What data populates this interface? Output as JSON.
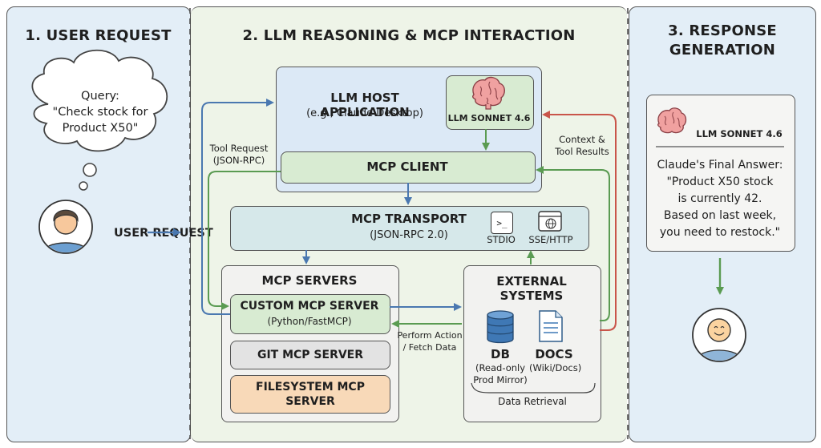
{
  "colors": {
    "user_panel": "#e3eef7",
    "llm_panel": "#eef4e8",
    "response_panel": "#e3eef7",
    "host_box": "#dce9f6",
    "client_box": "#d8ebd2",
    "transport_box": "#d6e8ea",
    "servers_box": "#f2f2f0",
    "custom_server": "#d8ebd2",
    "git_server": "#e3e3e3",
    "fs_server": "#f8d9b8",
    "arrow_blue": "#4a78b0",
    "arrow_green": "#5a9b52",
    "arrow_red": "#c9554a"
  },
  "sections": {
    "user": "1. USER REQUEST",
    "llm": "2. LLM REASONING & MCP INTERACTION",
    "response_line1": "3. RESPONSE",
    "response_line2": "GENERATION"
  },
  "user": {
    "query_label": "Query:",
    "query_line1": "\"Check stock for",
    "query_line2": "Product X50\""
  },
  "host": {
    "title": "LLM HOST APPLICATION",
    "subtitle": "(e.g., Claude Desktop)",
    "model": "LLM SONNET 4.6"
  },
  "client": {
    "title": "MCP CLIENT"
  },
  "labels": {
    "tool_request_line1": "Tool Request",
    "tool_request_line2": "(JSON-RPC)",
    "context_line1": "Context &",
    "context_line2": "Tool Results",
    "perform_line1": "Perform Action",
    "perform_line2": "/ Fetch Data"
  },
  "transport": {
    "title": "MCP TRANSPORT",
    "subtitle": "(JSON-RPC 2.0)",
    "stdio": "STDIO",
    "ssehttp": "SSE/HTTP",
    "stdio_glyph": ">_"
  },
  "servers": {
    "title": "MCP SERVERS",
    "custom_title": "CUSTOM MCP SERVER",
    "custom_sub": "(Python/FastMCP)",
    "git": "GIT MCP SERVER",
    "fs_line1": "FILESYSTEM MCP",
    "fs_line2": "SERVER"
  },
  "external": {
    "title_line1": "EXTERNAL",
    "title_line2": "SYSTEMS",
    "db": "DB",
    "db_sub1": "(Read-only",
    "db_sub2": "Prod Mirror)",
    "docs": "DOCS",
    "docs_sub": "(Wiki/Docs)",
    "retrieval": "Data Retrieval"
  },
  "response": {
    "model": "LLM SONNET 4.6",
    "answer_line1": "Claude's Final Answer:",
    "answer_line2": "\"Product X50 stock",
    "answer_line3": "is currently 42.",
    "answer_line4": "Based on last week,",
    "answer_line5": "you need to restock.\""
  }
}
